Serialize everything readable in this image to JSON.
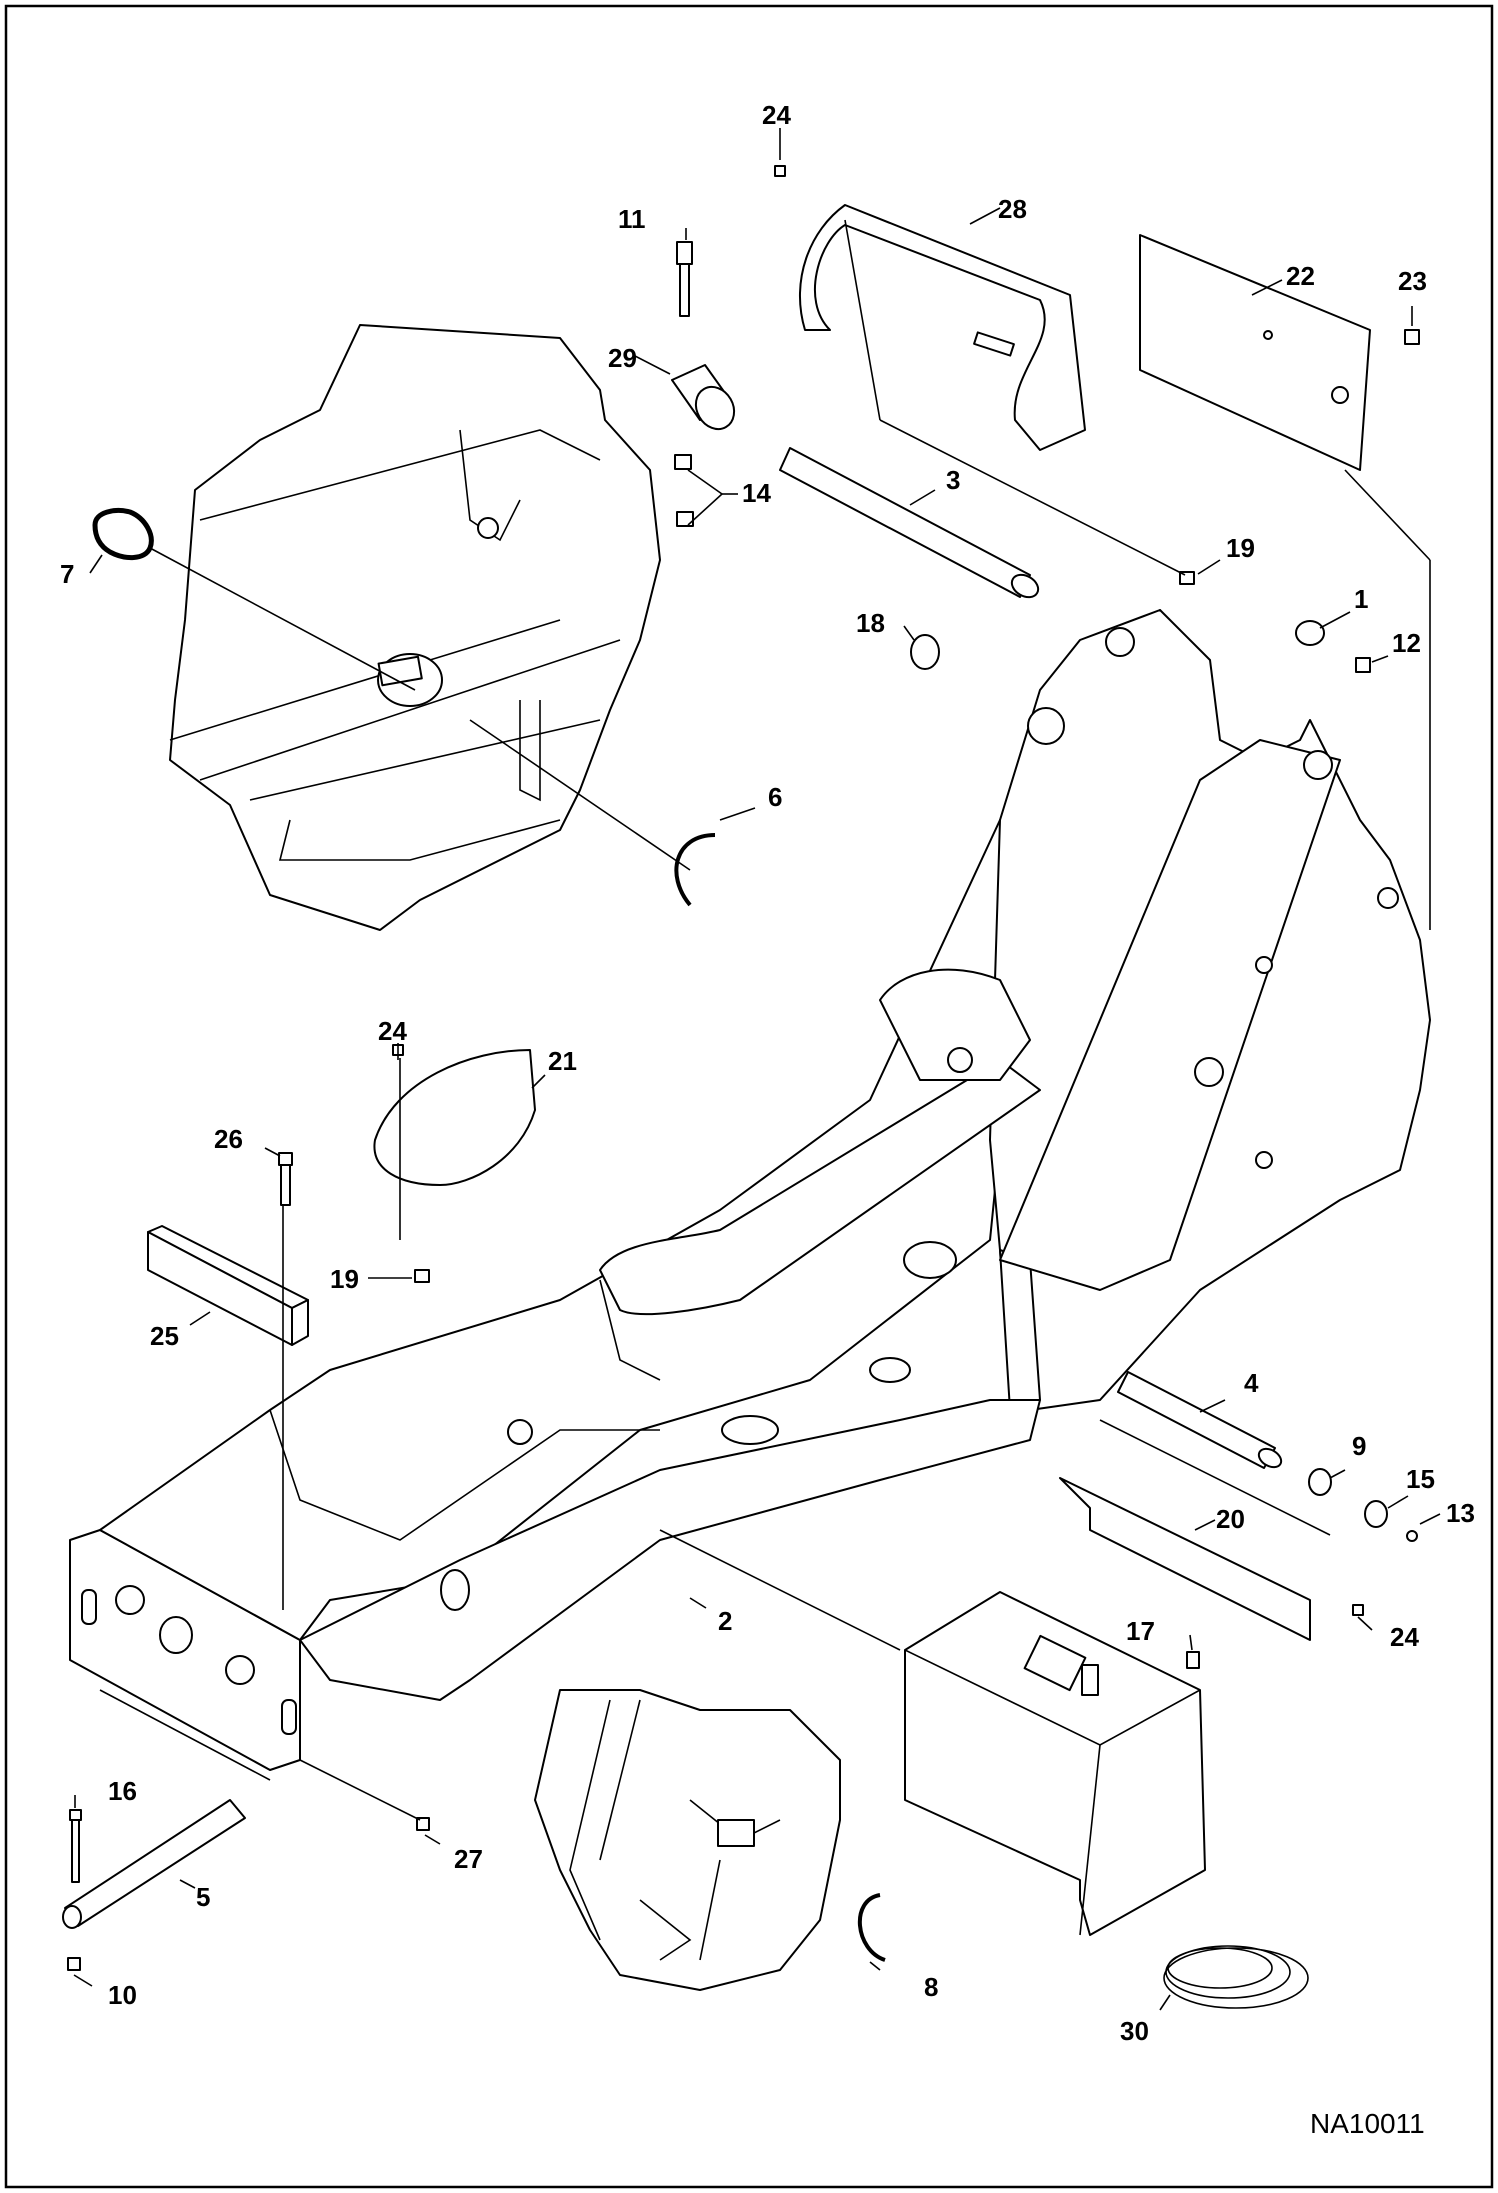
{
  "drawing_number": "NA10011",
  "callouts": [
    {
      "id": "c1",
      "label": "1"
    },
    {
      "id": "c2",
      "label": "2"
    },
    {
      "id": "c3",
      "label": "3"
    },
    {
      "id": "c4",
      "label": "4"
    },
    {
      "id": "c5",
      "label": "5"
    },
    {
      "id": "c6",
      "label": "6"
    },
    {
      "id": "c7",
      "label": "7"
    },
    {
      "id": "c8",
      "label": "8"
    },
    {
      "id": "c9",
      "label": "9"
    },
    {
      "id": "c10",
      "label": "10"
    },
    {
      "id": "c11",
      "label": "11"
    },
    {
      "id": "c12",
      "label": "12"
    },
    {
      "id": "c13",
      "label": "13"
    },
    {
      "id": "c14",
      "label": "14"
    },
    {
      "id": "c15",
      "label": "15"
    },
    {
      "id": "c16",
      "label": "16"
    },
    {
      "id": "c17",
      "label": "17"
    },
    {
      "id": "c18",
      "label": "18"
    },
    {
      "id": "c19a",
      "label": "19"
    },
    {
      "id": "c19b",
      "label": "19"
    },
    {
      "id": "c20",
      "label": "20"
    },
    {
      "id": "c21",
      "label": "21"
    },
    {
      "id": "c22",
      "label": "22"
    },
    {
      "id": "c23",
      "label": "23"
    },
    {
      "id": "c24a",
      "label": "24"
    },
    {
      "id": "c24b",
      "label": "24"
    },
    {
      "id": "c24c",
      "label": "24"
    },
    {
      "id": "c25",
      "label": "25"
    },
    {
      "id": "c26",
      "label": "26"
    },
    {
      "id": "c27",
      "label": "27"
    },
    {
      "id": "c28",
      "label": "28"
    },
    {
      "id": "c29",
      "label": "29"
    },
    {
      "id": "c30",
      "label": "30"
    }
  ]
}
